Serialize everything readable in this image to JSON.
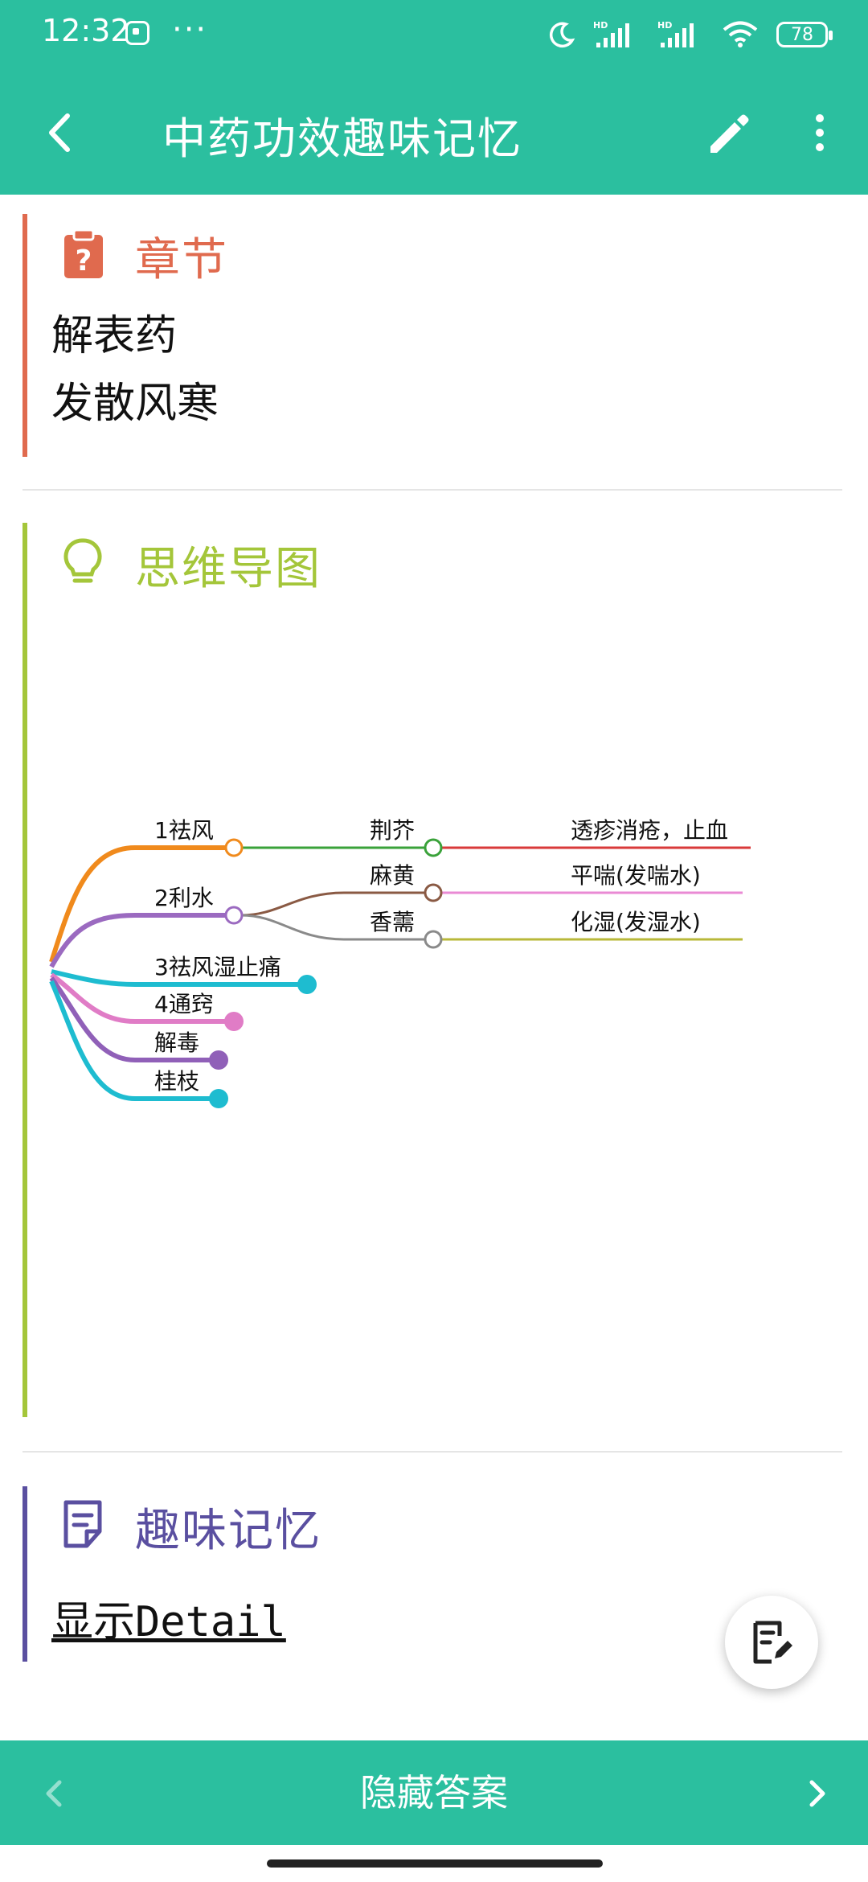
{
  "status_bar": {
    "time": "12:32",
    "dots": "···",
    "battery": "78",
    "icons": [
      "moon-icon",
      "hd-signal-icon",
      "hd-signal-icon",
      "wifi-icon",
      "battery-icon"
    ]
  },
  "app_bar": {
    "title": "中药功效趣味记忆",
    "icons": [
      "back-arrow-icon",
      "edit-pencil-icon",
      "more-vert-icon"
    ]
  },
  "chapter": {
    "title": "章节",
    "icon": "clipboard-question-icon",
    "color": "#e06a4e",
    "lines": [
      "解表药",
      "发散风寒"
    ]
  },
  "mindmap": {
    "title": "思维导图",
    "icon": "lightbulb-icon",
    "color": "#a4c63a",
    "nodes": {
      "n1": "1祛风",
      "n2": "2利水",
      "n3": "3祛风湿止痛",
      "n4": "4通窍",
      "n5": "解毒",
      "n6": "桂枝",
      "jingjie": "荆芥",
      "mahuang": "麻黄",
      "xiangru": "香薷",
      "e1": "透疹消疮，止血",
      "e2": "平喘(发喘水)",
      "e3": "化湿(发湿水)"
    },
    "colors": {
      "orange": "#f08a1c",
      "purple": "#9b6ac0",
      "cyan": "#1ebcd0",
      "pink": "#e07cc6",
      "violet": "#9060b8",
      "green": "#3aa23a",
      "brown": "#8a5a44",
      "gray": "#8a8a8a",
      "red": "#d93a3a",
      "lightpink": "#ea8ad4",
      "olive": "#b8b83a"
    }
  },
  "memory": {
    "title": "趣味记忆",
    "icon": "note-icon",
    "color": "#5a4fa0",
    "link": "显示Detail"
  },
  "fab": {
    "icon": "edit-note-icon"
  },
  "bottom_bar": {
    "label": "隐藏答案",
    "icons": [
      "chevron-left-icon",
      "chevron-right-icon"
    ]
  }
}
